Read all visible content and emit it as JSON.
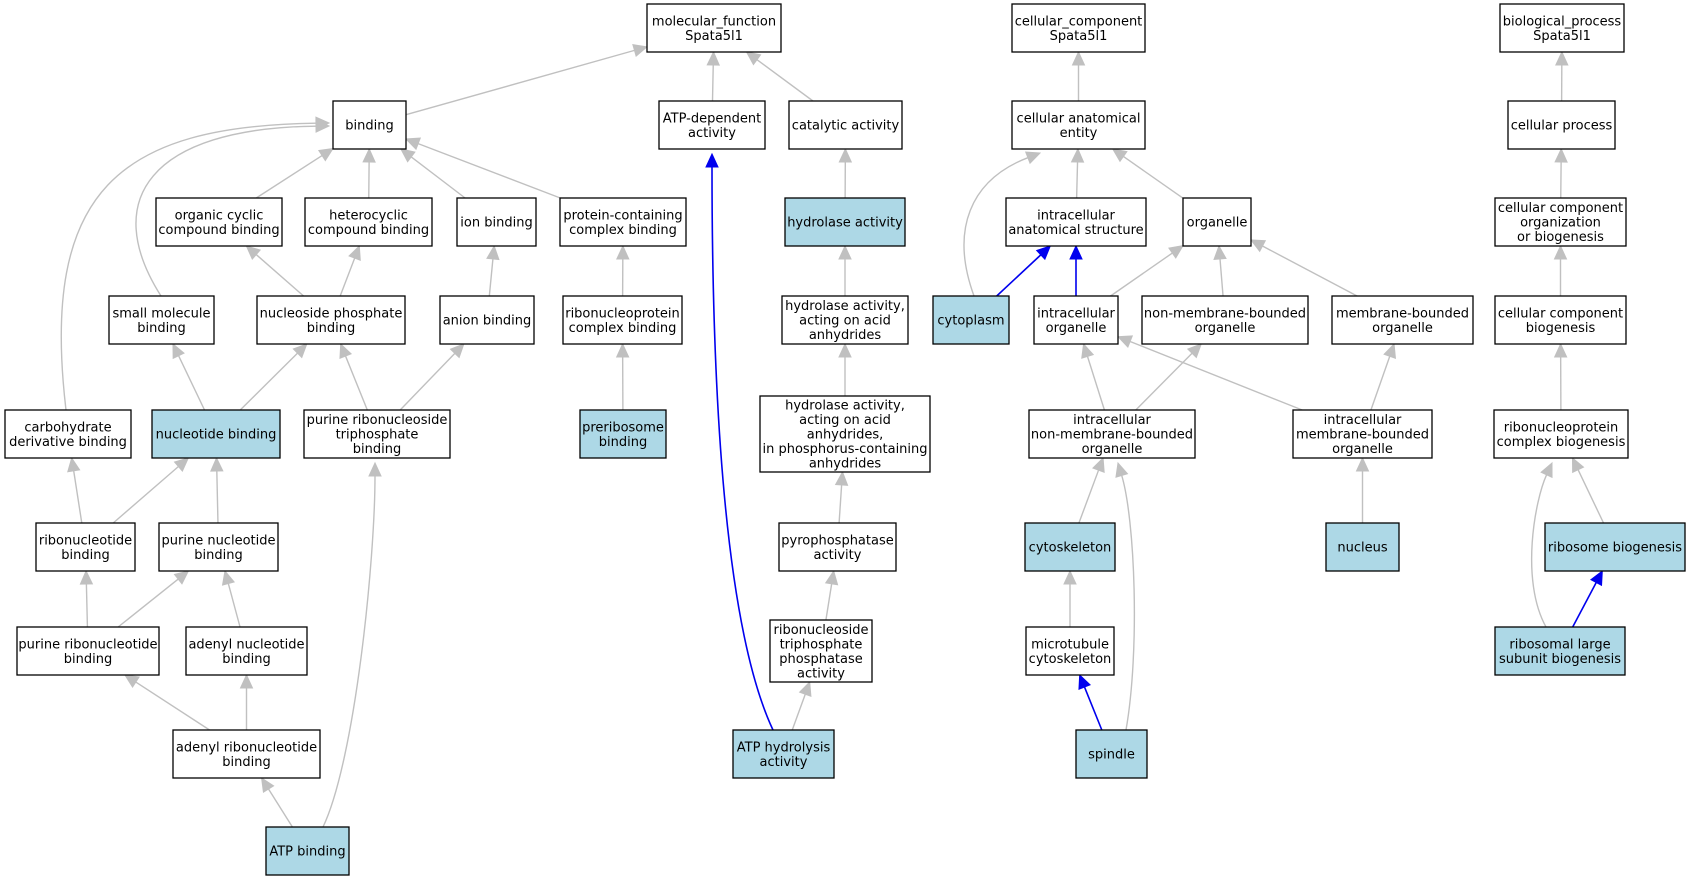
{
  "colors": {
    "highlight_fill": "#add8e6",
    "default_fill": "#ffffff",
    "gray_edge": "#c0c0c0",
    "blue_edge": "#0000ee"
  },
  "nodes": {
    "mf_root": {
      "lines": [
        "molecular_function",
        "Spata5l1"
      ],
      "highlight": false
    },
    "cc_root": {
      "lines": [
        "cellular_component",
        "Spata5l1"
      ],
      "highlight": false
    },
    "bp_root": {
      "lines": [
        "biological_process",
        "Spata5l1"
      ],
      "highlight": false
    },
    "binding": {
      "lines": [
        "binding"
      ],
      "highlight": false
    },
    "atp_dep": {
      "lines": [
        "ATP-dependent",
        "activity"
      ],
      "highlight": false
    },
    "catalytic": {
      "lines": [
        "catalytic activity"
      ],
      "highlight": false
    },
    "cell_anat_entity": {
      "lines": [
        "cellular anatomical",
        "entity"
      ],
      "highlight": false
    },
    "cellular_process": {
      "lines": [
        "cellular process"
      ],
      "highlight": false
    },
    "org_cyclic": {
      "lines": [
        "organic cyclic",
        "compound binding"
      ],
      "highlight": false
    },
    "heterocyclic": {
      "lines": [
        "heterocyclic",
        "compound binding"
      ],
      "highlight": false
    },
    "ion_binding": {
      "lines": [
        "ion binding"
      ],
      "highlight": false
    },
    "prot_complex": {
      "lines": [
        "protein-containing",
        "complex binding"
      ],
      "highlight": false
    },
    "hydrolase": {
      "lines": [
        "hydrolase activity"
      ],
      "highlight": true
    },
    "intra_anat": {
      "lines": [
        "intracellular",
        "anatomical structure"
      ],
      "highlight": false
    },
    "organelle": {
      "lines": [
        "organelle"
      ],
      "highlight": false
    },
    "cc_org_biogen": {
      "lines": [
        "cellular component",
        "organization",
        "or biogenesis"
      ],
      "highlight": false
    },
    "small_mol": {
      "lines": [
        "small molecule",
        "binding"
      ],
      "highlight": false
    },
    "nuc_phos": {
      "lines": [
        "nucleoside phosphate",
        "binding"
      ],
      "highlight": false
    },
    "anion": {
      "lines": [
        "anion binding"
      ],
      "highlight": false
    },
    "rnp_complex_binding": {
      "lines": [
        "ribonucleoprotein",
        "complex binding"
      ],
      "highlight": false
    },
    "hydro_acid": {
      "lines": [
        "hydrolase activity,",
        "acting on acid",
        "anhydrides"
      ],
      "highlight": false
    },
    "cytoplasm": {
      "lines": [
        "cytoplasm"
      ],
      "highlight": true
    },
    "intra_org": {
      "lines": [
        "intracellular",
        "organelle"
      ],
      "highlight": false
    },
    "nonmem_org": {
      "lines": [
        "non-membrane-bounded",
        "organelle"
      ],
      "highlight": false
    },
    "mem_org": {
      "lines": [
        "membrane-bounded",
        "organelle"
      ],
      "highlight": false
    },
    "cc_biogen": {
      "lines": [
        "cellular component",
        "biogenesis"
      ],
      "highlight": false
    },
    "carb_deriv": {
      "lines": [
        "carbohydrate",
        "derivative binding"
      ],
      "highlight": false
    },
    "nucleotide": {
      "lines": [
        "nucleotide binding"
      ],
      "highlight": true
    },
    "purine_rnts": {
      "lines": [
        "purine ribonucleoside",
        "triphosphate",
        "binding"
      ],
      "highlight": false
    },
    "preribosome": {
      "lines": [
        "preribosome",
        "binding"
      ],
      "highlight": true
    },
    "hydro_phos": {
      "lines": [
        "hydrolase activity,",
        "acting on acid",
        "anhydrides,",
        "in phosphorus-containing",
        "anhydrides"
      ],
      "highlight": false
    },
    "intra_nonmem": {
      "lines": [
        "intracellular",
        "non-membrane-bounded",
        "organelle"
      ],
      "highlight": false
    },
    "intra_mem": {
      "lines": [
        "intracellular",
        "membrane-bounded",
        "organelle"
      ],
      "highlight": false
    },
    "rnp_biogen": {
      "lines": [
        "ribonucleoprotein",
        "complex biogenesis"
      ],
      "highlight": false
    },
    "ribonucleotide": {
      "lines": [
        "ribonucleotide",
        "binding"
      ],
      "highlight": false
    },
    "purine_nuc": {
      "lines": [
        "purine nucleotide",
        "binding"
      ],
      "highlight": false
    },
    "pyrophos": {
      "lines": [
        "pyrophosphatase",
        "activity"
      ],
      "highlight": false
    },
    "cytoskeleton": {
      "lines": [
        "cytoskeleton"
      ],
      "highlight": true
    },
    "nucleus": {
      "lines": [
        "nucleus"
      ],
      "highlight": true
    },
    "ribo_biogen": {
      "lines": [
        "ribosome biogenesis"
      ],
      "highlight": true
    },
    "purine_rnt": {
      "lines": [
        "purine ribonucleotide",
        "binding"
      ],
      "highlight": false
    },
    "adenyl_nuc": {
      "lines": [
        "adenyl nucleotide",
        "binding"
      ],
      "highlight": false
    },
    "rnts_phosphatase": {
      "lines": [
        "ribonucleoside",
        "triphosphate",
        "phosphatase",
        "activity"
      ],
      "highlight": false
    },
    "microtubule": {
      "lines": [
        "microtubule",
        "cytoskeleton"
      ],
      "highlight": false
    },
    "ribo_large": {
      "lines": [
        "ribosomal large",
        "subunit biogenesis"
      ],
      "highlight": true
    },
    "adenyl_rnt": {
      "lines": [
        "adenyl ribonucleotide",
        "binding"
      ],
      "highlight": false
    },
    "atp_hydrolysis": {
      "lines": [
        "ATP hydrolysis",
        "activity"
      ],
      "highlight": true
    },
    "spindle": {
      "lines": [
        "spindle"
      ],
      "highlight": true
    },
    "atp_binding": {
      "lines": [
        "ATP binding"
      ],
      "highlight": true
    }
  },
  "edges": [
    {
      "from": "binding",
      "to": "mf_root",
      "color": "gray"
    },
    {
      "from": "atp_dep",
      "to": "mf_root",
      "color": "gray"
    },
    {
      "from": "catalytic",
      "to": "mf_root",
      "color": "gray"
    },
    {
      "from": "org_cyclic",
      "to": "binding",
      "color": "gray"
    },
    {
      "from": "heterocyclic",
      "to": "binding",
      "color": "gray"
    },
    {
      "from": "ion_binding",
      "to": "binding",
      "color": "gray"
    },
    {
      "from": "prot_complex",
      "to": "binding",
      "color": "gray"
    },
    {
      "from": "small_mol",
      "to": "binding",
      "color": "gray"
    },
    {
      "from": "carb_deriv",
      "to": "binding",
      "color": "gray"
    },
    {
      "from": "nuc_phos",
      "to": "org_cyclic",
      "color": "gray"
    },
    {
      "from": "nuc_phos",
      "to": "heterocyclic",
      "color": "gray"
    },
    {
      "from": "anion",
      "to": "ion_binding",
      "color": "gray"
    },
    {
      "from": "rnp_complex_binding",
      "to": "prot_complex",
      "color": "gray"
    },
    {
      "from": "preribosome",
      "to": "rnp_complex_binding",
      "color": "gray"
    },
    {
      "from": "nucleotide",
      "to": "small_mol",
      "color": "gray"
    },
    {
      "from": "nucleotide",
      "to": "nuc_phos",
      "color": "gray"
    },
    {
      "from": "purine_rnts",
      "to": "nuc_phos",
      "color": "gray"
    },
    {
      "from": "purine_rnts",
      "to": "anion",
      "color": "gray"
    },
    {
      "from": "ribonucleotide",
      "to": "carb_deriv",
      "color": "gray"
    },
    {
      "from": "ribonucleotide",
      "to": "nucleotide",
      "color": "gray"
    },
    {
      "from": "purine_nuc",
      "to": "nucleotide",
      "color": "gray"
    },
    {
      "from": "purine_rnt",
      "to": "ribonucleotide",
      "color": "gray"
    },
    {
      "from": "purine_rnt",
      "to": "purine_nuc",
      "color": "gray"
    },
    {
      "from": "adenyl_nuc",
      "to": "purine_nuc",
      "color": "gray"
    },
    {
      "from": "adenyl_rnt",
      "to": "purine_rnt",
      "color": "gray"
    },
    {
      "from": "adenyl_rnt",
      "to": "adenyl_nuc",
      "color": "gray"
    },
    {
      "from": "atp_binding",
      "to": "adenyl_rnt",
      "color": "gray"
    },
    {
      "from": "atp_binding",
      "to": "purine_rnts",
      "color": "gray"
    },
    {
      "from": "hydrolase",
      "to": "catalytic",
      "color": "gray"
    },
    {
      "from": "hydro_acid",
      "to": "hydrolase",
      "color": "gray"
    },
    {
      "from": "hydro_phos",
      "to": "hydro_acid",
      "color": "gray"
    },
    {
      "from": "pyrophos",
      "to": "hydro_phos",
      "color": "gray"
    },
    {
      "from": "rnts_phosphatase",
      "to": "pyrophos",
      "color": "gray"
    },
    {
      "from": "atp_hydrolysis",
      "to": "rnts_phosphatase",
      "color": "gray"
    },
    {
      "from": "atp_hydrolysis",
      "to": "atp_dep",
      "color": "blue"
    },
    {
      "from": "cell_anat_entity",
      "to": "cc_root",
      "color": "gray"
    },
    {
      "from": "intra_anat",
      "to": "cell_anat_entity",
      "color": "gray"
    },
    {
      "from": "organelle",
      "to": "cell_anat_entity",
      "color": "gray"
    },
    {
      "from": "cytoplasm",
      "to": "cell_anat_entity",
      "color": "gray"
    },
    {
      "from": "cytoplasm",
      "to": "intra_anat",
      "color": "blue"
    },
    {
      "from": "intra_org",
      "to": "intra_anat",
      "color": "blue"
    },
    {
      "from": "intra_org",
      "to": "organelle",
      "color": "gray"
    },
    {
      "from": "nonmem_org",
      "to": "organelle",
      "color": "gray"
    },
    {
      "from": "mem_org",
      "to": "organelle",
      "color": "gray"
    },
    {
      "from": "intra_nonmem",
      "to": "intra_org",
      "color": "gray"
    },
    {
      "from": "intra_nonmem",
      "to": "nonmem_org",
      "color": "gray"
    },
    {
      "from": "intra_mem",
      "to": "intra_org",
      "color": "gray"
    },
    {
      "from": "intra_mem",
      "to": "mem_org",
      "color": "gray"
    },
    {
      "from": "cytoskeleton",
      "to": "intra_nonmem",
      "color": "gray"
    },
    {
      "from": "nucleus",
      "to": "intra_mem",
      "color": "gray"
    },
    {
      "from": "microtubule",
      "to": "cytoskeleton",
      "color": "gray"
    },
    {
      "from": "spindle",
      "to": "microtubule",
      "color": "blue"
    },
    {
      "from": "spindle",
      "to": "intra_nonmem",
      "color": "gray"
    },
    {
      "from": "cellular_process",
      "to": "bp_root",
      "color": "gray"
    },
    {
      "from": "cc_org_biogen",
      "to": "cellular_process",
      "color": "gray"
    },
    {
      "from": "cc_biogen",
      "to": "cc_org_biogen",
      "color": "gray"
    },
    {
      "from": "rnp_biogen",
      "to": "cc_biogen",
      "color": "gray"
    },
    {
      "from": "ribo_biogen",
      "to": "rnp_biogen",
      "color": "gray"
    },
    {
      "from": "ribo_large",
      "to": "rnp_biogen",
      "color": "gray"
    },
    {
      "from": "ribo_large",
      "to": "ribo_biogen",
      "color": "blue"
    }
  ]
}
